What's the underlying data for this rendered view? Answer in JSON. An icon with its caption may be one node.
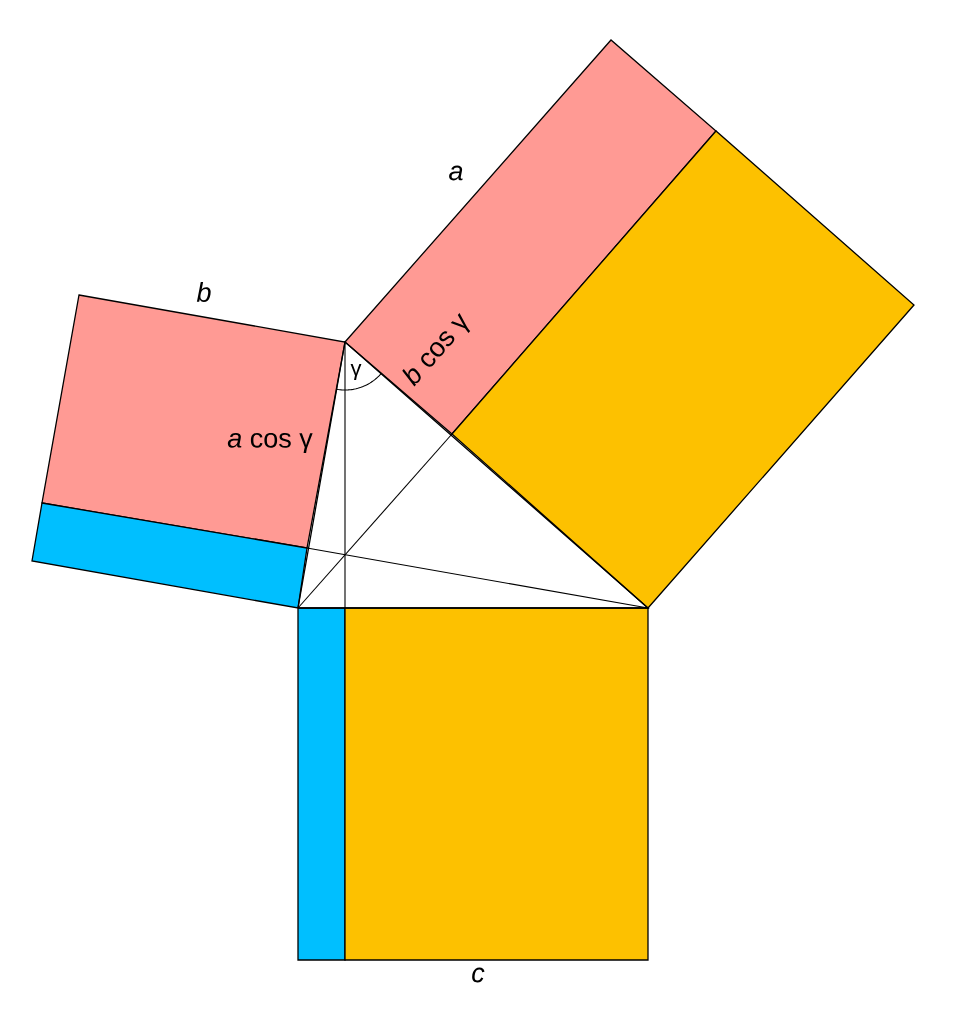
{
  "diagram": {
    "labels": [
      "a",
      "b",
      "*b* cos γ",
      "γ",
      "*a* cos γ",
      "c"
    ]
  }
}
